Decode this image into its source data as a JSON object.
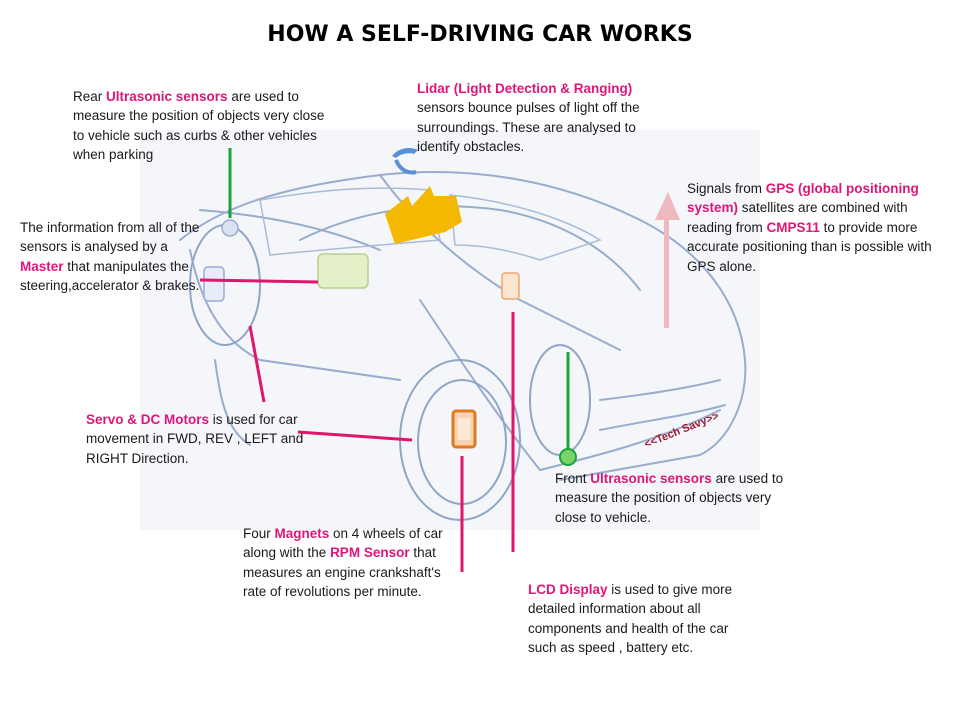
{
  "title": "HOW A SELF-DRIVING CAR WORKS",
  "watermark": "<<Tech Savy>>",
  "colors": {
    "highlight": "#e0157a",
    "pointer_pink": "#e0156e",
    "pointer_green": "#1aa33a",
    "lidar": "#f5b800",
    "gps_arrow": "#f0b8bf"
  },
  "notes": {
    "rear_ultrasonic": {
      "pre": "Rear ",
      "hl": "Ultrasonic sensors",
      "post": " are used to measure the position of objects very close to vehicle such as curbs & other vehicles when parking"
    },
    "lidar": {
      "hl": "Lidar (Light Detection & Ranging)",
      "post": " sensors bounce pulses of light off the surroundings. These are analysed to identify obstacles."
    },
    "gps": {
      "pre": "Signals from ",
      "hl": "GPS (global positioning system)",
      "mid": " satellites are combined with reading from ",
      "hl2": "CMPS11",
      "post": " to provide more accurate positioning than is possible with GPS alone."
    },
    "master": {
      "pre": "The information from all of the sensors is analysed by a ",
      "hl": "Master",
      "post": " that manipulates the steering,accelerator & brakes."
    },
    "servo": {
      "hl": "Servo & DC Motors",
      "post": " is used for car movement in FWD, REV , LEFT and RIGHT Direction."
    },
    "front_ultrasonic": {
      "pre": "Front ",
      "hl": "Ultrasonic sensors",
      "post": " are used to measure the position of objects very close to vehicle."
    },
    "magnets": {
      "pre": "Four ",
      "hl": "Magnets",
      "mid": " on 4 wheels of car along with the ",
      "hl2": "RPM Sensor",
      "post": " that measures an engine crankshaft's rate of revolutions per minute."
    },
    "lcd": {
      "hl": "LCD Display",
      "post": " is used to give more detailed information about all components and health of the car such as speed , battery etc."
    }
  }
}
